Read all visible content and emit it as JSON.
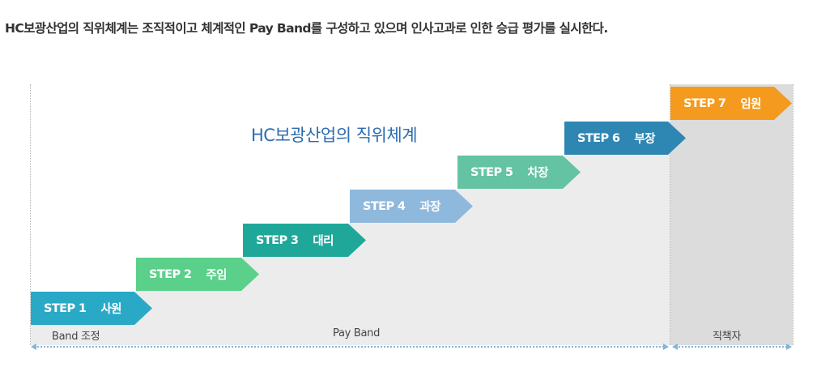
{
  "heading": "HC보광산업의 직위체계는 조직적이고 체계적인 Pay Band를 구성하고 있으며 인사고과로 인한 승급 평가를 실시한다.",
  "diagram_title": "HC보광산업의 직위체계",
  "steps": [
    {
      "step": "STEP 1",
      "label": "사원",
      "color": "#2aa9c7"
    },
    {
      "step": "STEP 2",
      "label": "주임",
      "color": "#5bd08a"
    },
    {
      "step": "STEP 3",
      "label": "대리",
      "color": "#1fa899"
    },
    {
      "step": "STEP 4",
      "label": "과장",
      "color": "#8fb8dd"
    },
    {
      "step": "STEP 5",
      "label": "차장",
      "color": "#63c3a3"
    },
    {
      "step": "STEP 6",
      "label": "부장",
      "color": "#2e86b3"
    },
    {
      "step": "STEP 7",
      "label": "임원",
      "color": "#f39a1f"
    }
  ],
  "bands": {
    "band_adjust": "Band 조정",
    "pay_band": "Pay Band",
    "position_title": "직책자"
  },
  "colors": {
    "stair_fill": "#ececec",
    "executive_fill": "#dcdcdc",
    "arrow_line": "#7fb6da"
  }
}
